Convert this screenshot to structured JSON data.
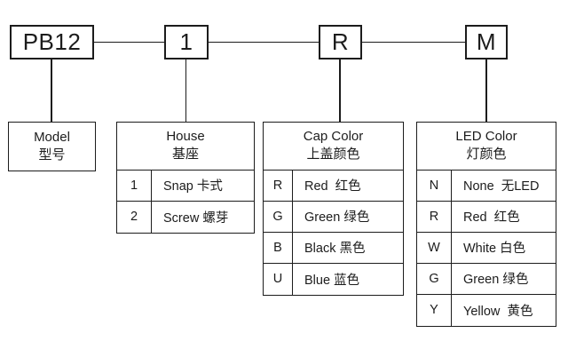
{
  "code_boxes": [
    {
      "label": "PB12"
    },
    {
      "label": "1"
    },
    {
      "label": "R"
    },
    {
      "label": "M"
    }
  ],
  "tables": [
    {
      "title_en": "Model",
      "title_zh": "型号",
      "rows": []
    },
    {
      "title_en": "House",
      "title_zh": "基座",
      "rows": [
        {
          "key": "1",
          "value": "Snap 卡式"
        },
        {
          "key": "2",
          "value": "Screw 螺芽"
        }
      ]
    },
    {
      "title_en": "Cap Color",
      "title_zh": "上盖颜色",
      "rows": [
        {
          "key": "R",
          "value": "Red  红色"
        },
        {
          "key": "G",
          "value": "Green 绿色"
        },
        {
          "key": "B",
          "value": "Black 黑色"
        },
        {
          "key": "U",
          "value": "Blue 蓝色"
        }
      ]
    },
    {
      "title_en": "LED Color",
      "title_zh": "灯颜色",
      "rows": [
        {
          "key": "N",
          "value": "None  无LED"
        },
        {
          "key": "R",
          "value": "Red  红色"
        },
        {
          "key": "W",
          "value": "White 白色"
        },
        {
          "key": "G",
          "value": "Green 绿色"
        },
        {
          "key": "Y",
          "value": "Yellow  黄色"
        }
      ]
    }
  ],
  "colors": {
    "line": "#1c1c1c",
    "text": "#1c1c1c",
    "background": "#ffffff"
  }
}
